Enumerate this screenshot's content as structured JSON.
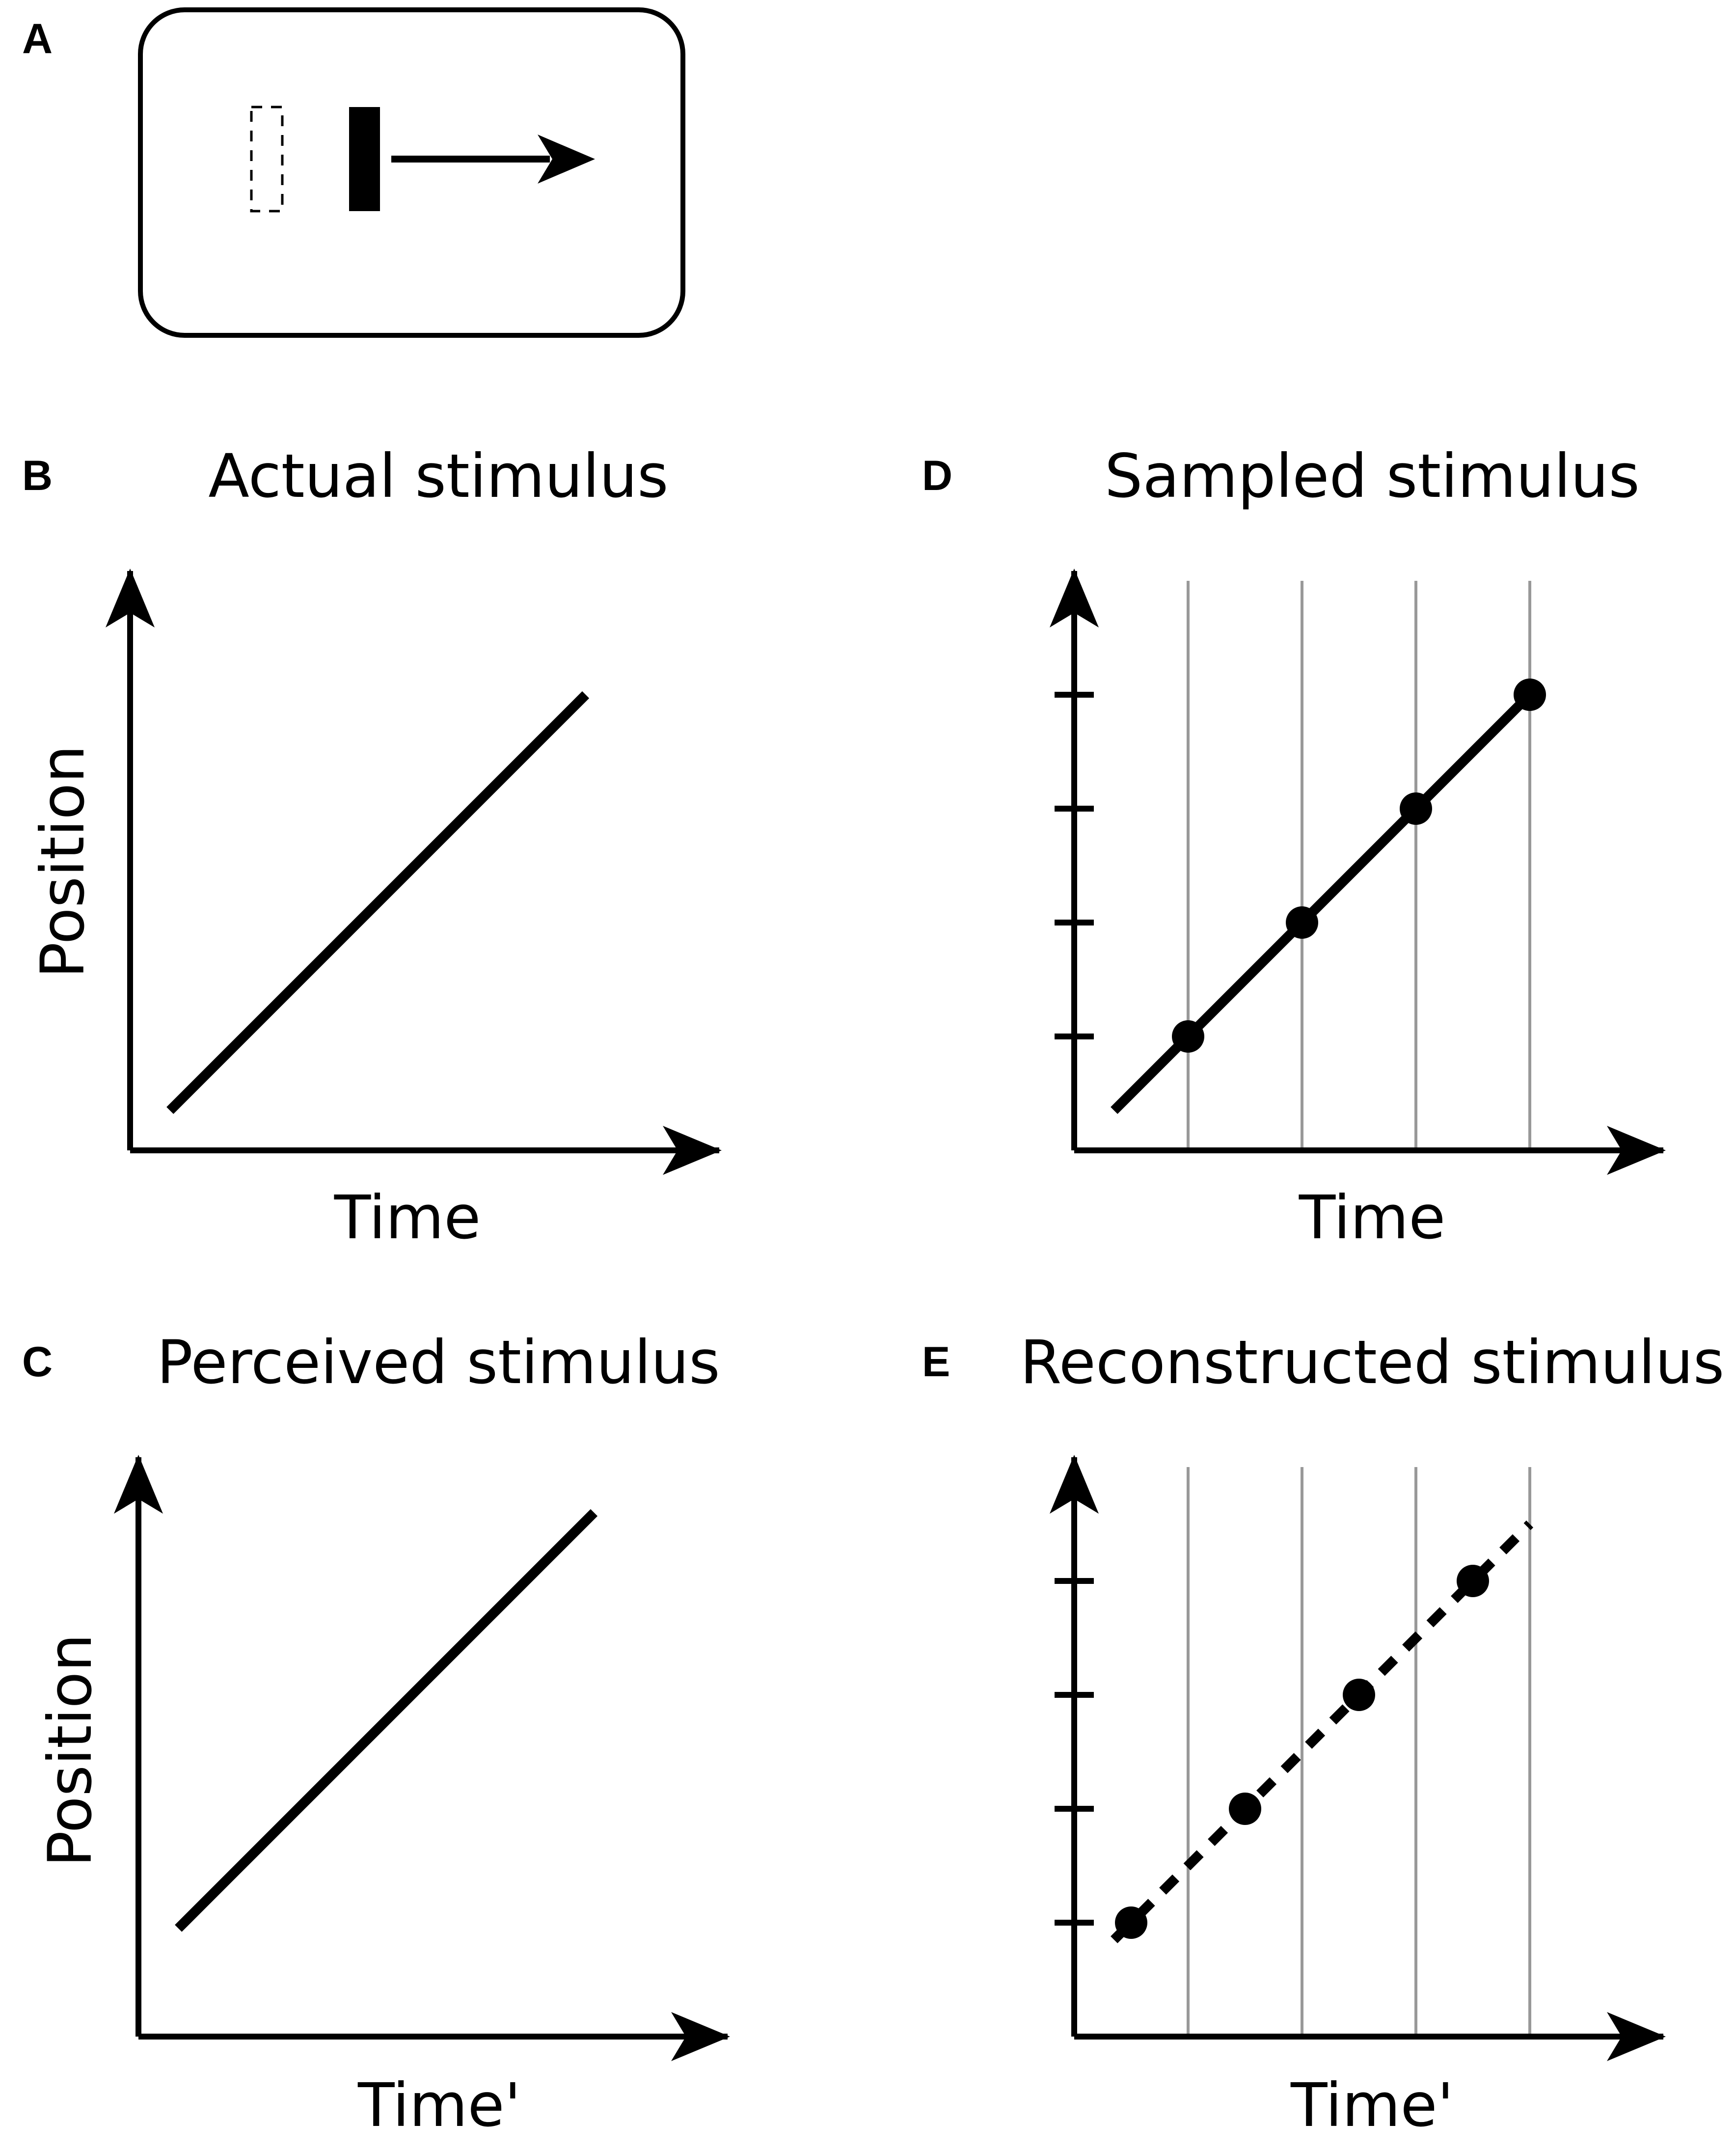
{
  "panels": {
    "a": {
      "letter": "A"
    },
    "b": {
      "letter": "B",
      "title": "Actual stimulus",
      "xlabel": "Time",
      "ylabel": "Position"
    },
    "c": {
      "letter": "C",
      "title": "Perceived stimulus",
      "xlabel": "Time'",
      "ylabel": "Position"
    },
    "d": {
      "letter": "D",
      "title": "Sampled stimulus",
      "xlabel": "Time",
      "ylabel": ""
    },
    "e": {
      "letter": "E",
      "title": "Reconstructed stimulus",
      "xlabel": "Time'",
      "ylabel": ""
    }
  },
  "colors": {
    "ink": "#000000",
    "sample_grid": "#999999"
  },
  "chart_data": [
    {
      "panel": "B",
      "type": "line",
      "title": "Actual stimulus",
      "xlabel": "Time",
      "ylabel": "Position",
      "xlim": [
        0,
        5
      ],
      "ylim": [
        0,
        5
      ],
      "series": [
        {
          "x": [
            0.35,
            4.0
          ],
          "y": [
            0.35,
            4.0
          ],
          "style": "solid"
        }
      ],
      "grid": false
    },
    {
      "panel": "C",
      "type": "line",
      "title": "Perceived stimulus",
      "xlabel": "Time'",
      "ylabel": "Position",
      "xlim": [
        0,
        5
      ],
      "ylim": [
        0,
        5
      ],
      "series": [
        {
          "x": [
            0.35,
            4.0
          ],
          "y": [
            0.95,
            4.6
          ],
          "style": "solid"
        }
      ],
      "grid": false
    },
    {
      "panel": "D",
      "type": "line",
      "title": "Sampled stimulus",
      "xlabel": "Time",
      "ylabel": "",
      "xlim": [
        0,
        5
      ],
      "ylim": [
        0,
        5
      ],
      "sample_times": [
        1,
        2,
        3,
        4
      ],
      "y_ticks": [
        1,
        2,
        3,
        4
      ],
      "series": [
        {
          "x": [
            0.35,
            4.0
          ],
          "y": [
            0.35,
            4.0
          ],
          "style": "solid"
        }
      ],
      "samples": {
        "x": [
          1,
          2,
          3,
          4
        ],
        "y": [
          1,
          2,
          3,
          4
        ]
      },
      "grid": false
    },
    {
      "panel": "E",
      "type": "line",
      "title": "Reconstructed stimulus",
      "xlabel": "Time'",
      "ylabel": "",
      "xlim": [
        0,
        5
      ],
      "ylim": [
        0,
        5
      ],
      "sample_times": [
        1,
        2,
        3,
        4
      ],
      "y_ticks": [
        1,
        2,
        3,
        4
      ],
      "series": [
        {
          "x": [
            0.35,
            4.0
          ],
          "y": [
            0.85,
            4.5
          ],
          "style": "dashed"
        }
      ],
      "samples": {
        "x": [
          0.5,
          1.5,
          2.5,
          3.5
        ],
        "y": [
          1,
          2,
          3,
          4
        ]
      },
      "grid": false
    }
  ]
}
